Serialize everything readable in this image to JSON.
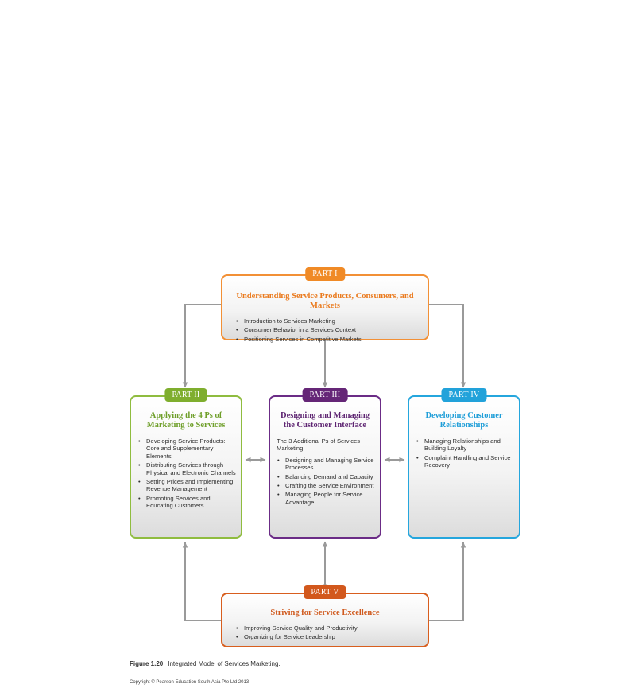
{
  "parts": {
    "part1": {
      "badge": "PART I",
      "title": "Understanding Service Products, Consumers, and Markets",
      "items": [
        "Introduction to Services Marketing",
        "Consumer Behavior in a Services Context",
        "Positioning Services in Competitive Markets"
      ],
      "color": "#f29036"
    },
    "part2": {
      "badge": "PART II",
      "title_line1": "Applying the 4 Ps of",
      "title_line2": "Marketing to Services",
      "items": [
        "Developing Service Products: Core and Supplementary Elements",
        "Distributing Services through Physical and Electronic Channels",
        "Setting Prices and Implementing Revenue Management",
        "Promoting Services and Educating Customers"
      ],
      "color": "#8fbc3f"
    },
    "part3": {
      "badge": "PART III",
      "title_line1": "Designing and Managing",
      "title_line2": "the Customer Interface",
      "intro": "The 3 Additional Ps of Services Marketing.",
      "items": [
        "Designing and Managing Service Processes",
        "Balancing Demand and Capacity",
        "Crafting the Service Environment",
        "Managing People for Service Advantage"
      ],
      "color": "#6b2c86"
    },
    "part4": {
      "badge": "PART IV",
      "title_line1": "Developing Customer",
      "title_line2": "Relationships",
      "items": [
        "Managing Relationships and Building Loyalty",
        "Complaint Handling and Service Recovery"
      ],
      "color": "#25a6dd"
    },
    "part5": {
      "badge": "PART V",
      "title": "Striving for Service Excellence",
      "items": [
        "Improving Service Quality and Productivity",
        "Organizing for Service Leadership"
      ],
      "color": "#d85e1e"
    }
  },
  "caption": {
    "label": "Figure 1.20",
    "text": "Integrated Model of Services Marketing."
  },
  "copyright": "Copyright © Pearson Education South Asia Pte Ltd 2013",
  "connector_color": "#9a9a9a"
}
